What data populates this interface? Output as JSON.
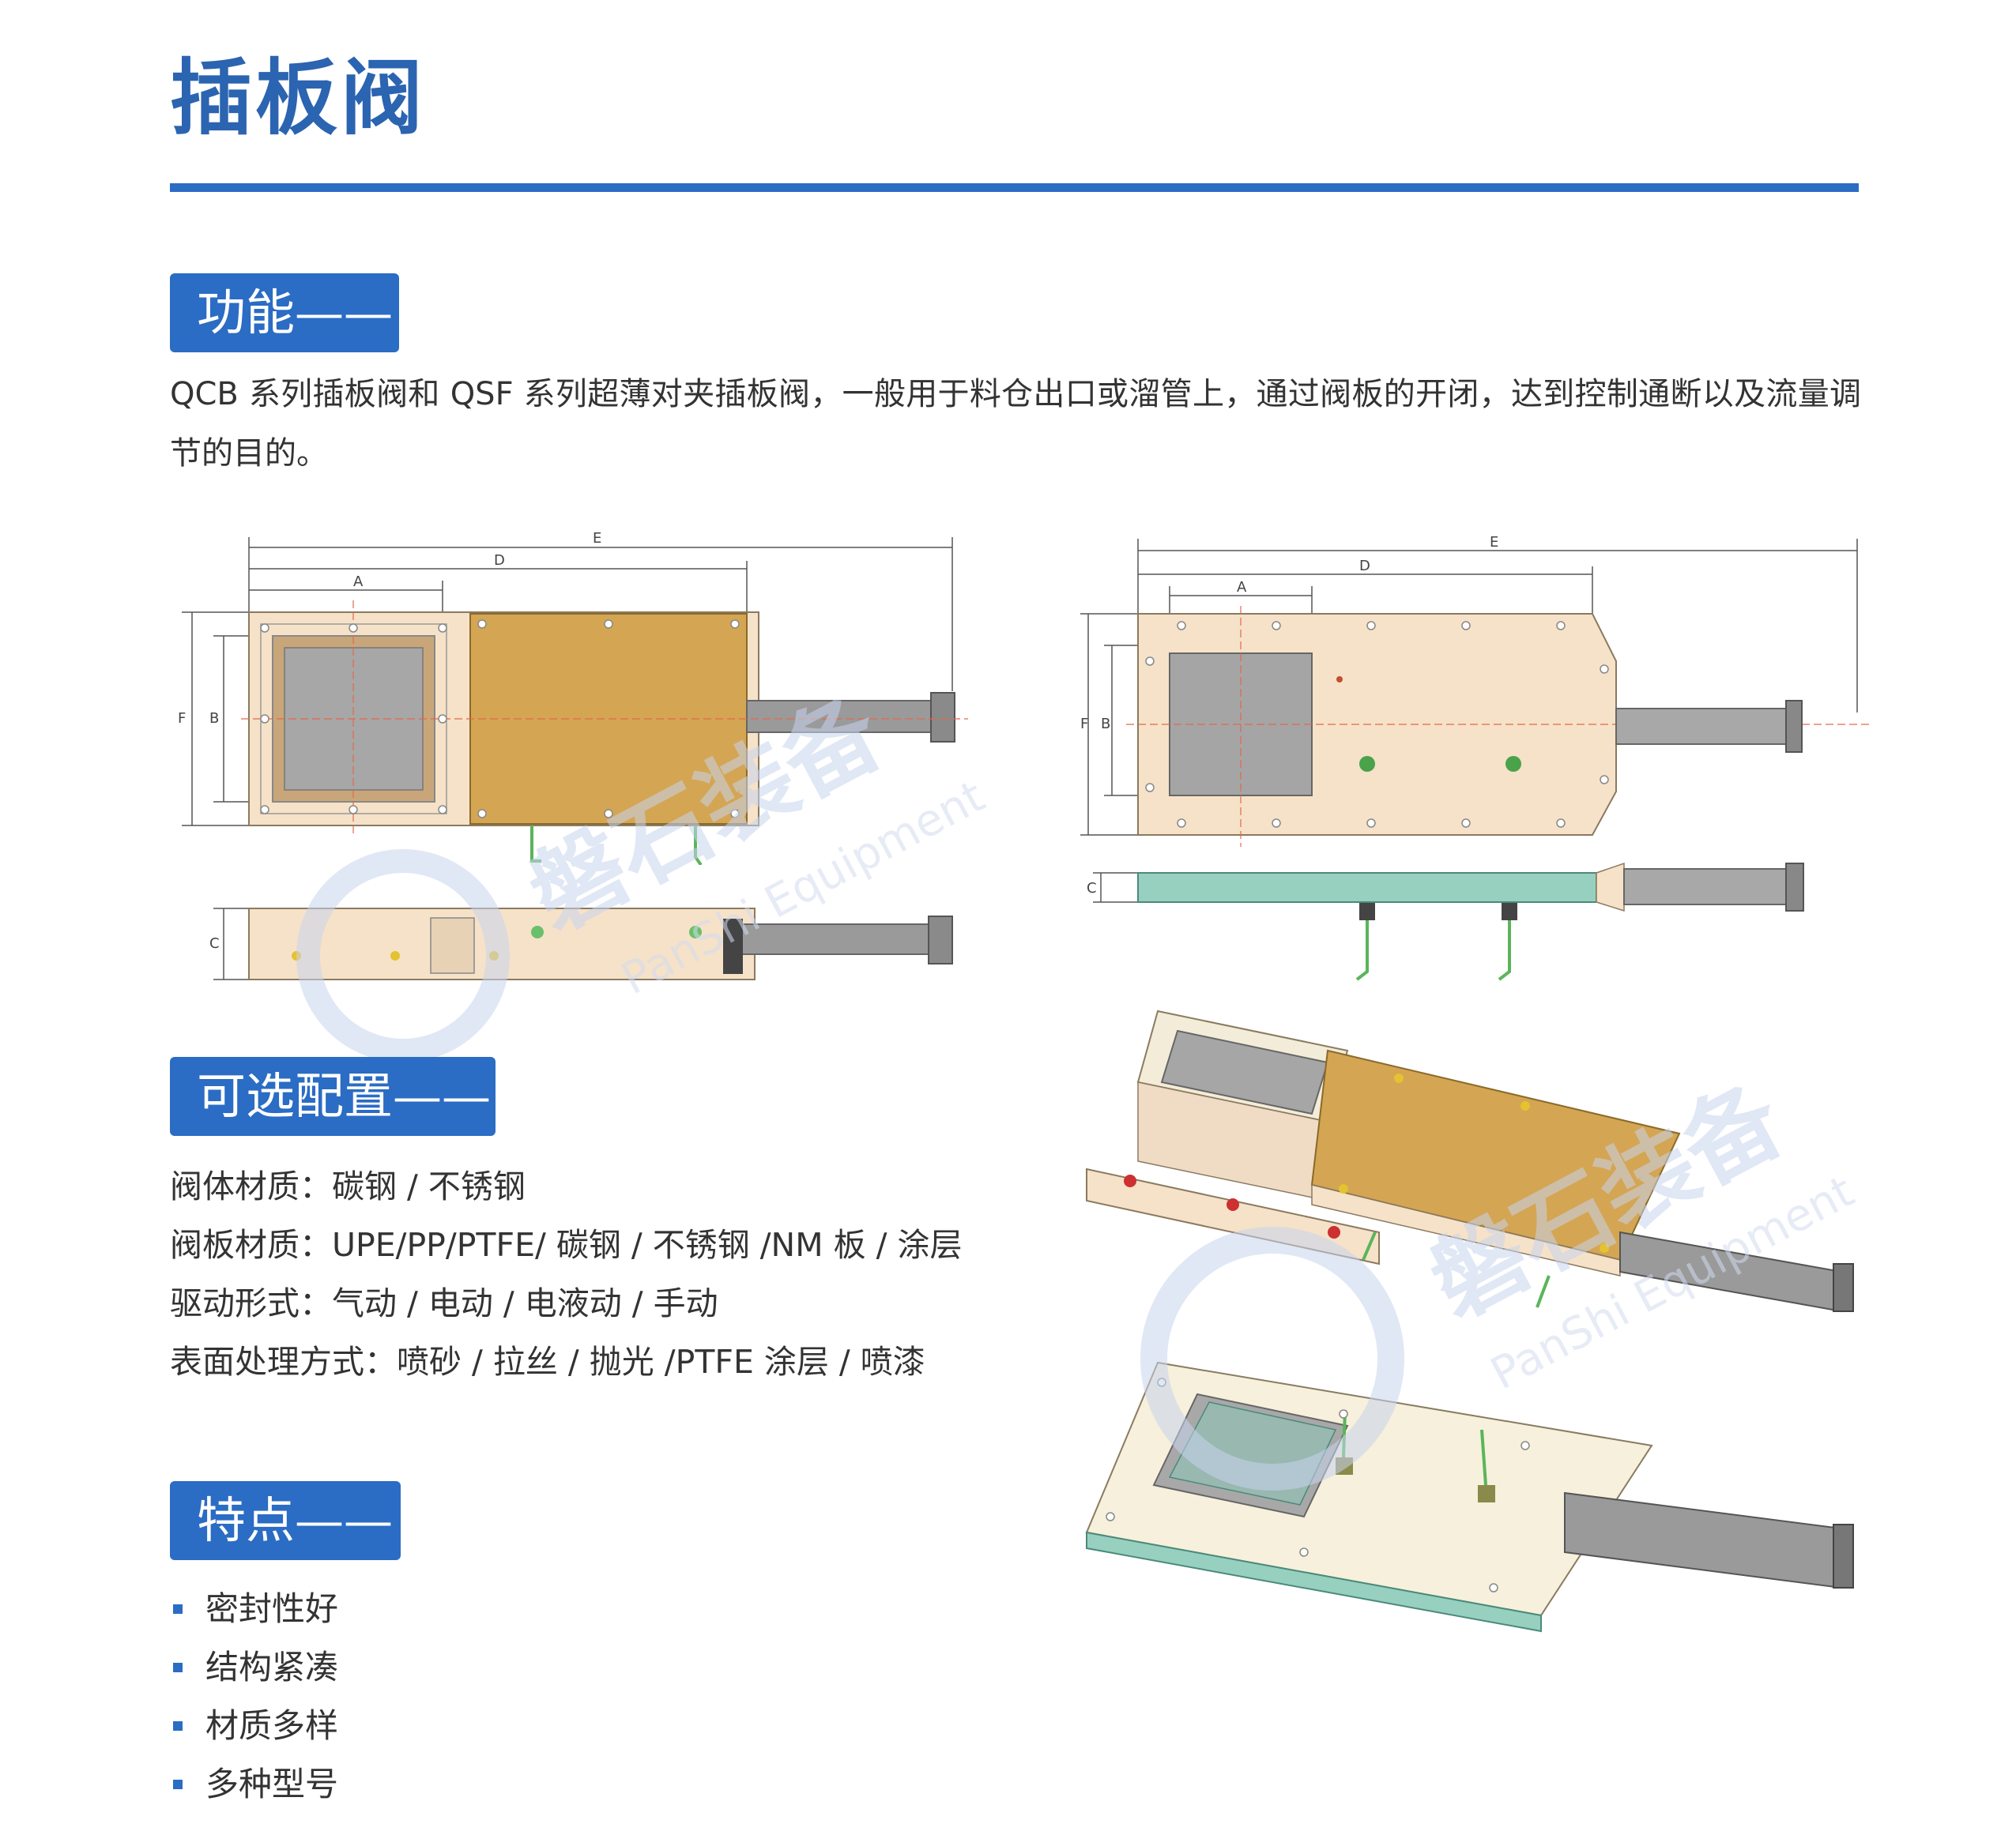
{
  "page": {
    "title": "插板阀"
  },
  "sections": {
    "function": {
      "heading": "功能——",
      "text": "QCB 系列插板阀和 QSF 系列超薄对夹插板阀，一般用于料仓出口或溜管上，通过阀板的开闭，达到控制通断以及流量调节的目的。"
    },
    "options": {
      "heading": "可选配置——",
      "lines": [
        "阀体材质：碳钢 / 不锈钢",
        "阀板材质：UPE/PP/PTFE/ 碳钢 / 不锈钢 /NM 板 / 涂层",
        "驱动形式：气动 / 电动 / 电液动 / 手动",
        "表面处理方式：喷砂 / 拉丝 / 抛光 /PTFE 涂层 / 喷漆"
      ]
    },
    "features": {
      "heading": "特点——",
      "items": [
        "密封性好",
        "结构紧凑",
        "材质多样",
        "多种型号"
      ]
    }
  },
  "drawings": {
    "dimension_labels": {
      "a": "A",
      "b": "B",
      "c": "C",
      "d": "D",
      "e": "E",
      "f": "F"
    },
    "watermark": {
      "cn": "磐石装备",
      "en": "PanShi Equipment"
    }
  },
  "colors": {
    "brand_blue": "#2b6cc4",
    "title_blue": "#2b64b0",
    "valve_body": "#f6e2c8",
    "gate_plate": "#d4a553",
    "seal_green": "#98d0c0",
    "cylinder_gray": "#9a9a9a"
  }
}
